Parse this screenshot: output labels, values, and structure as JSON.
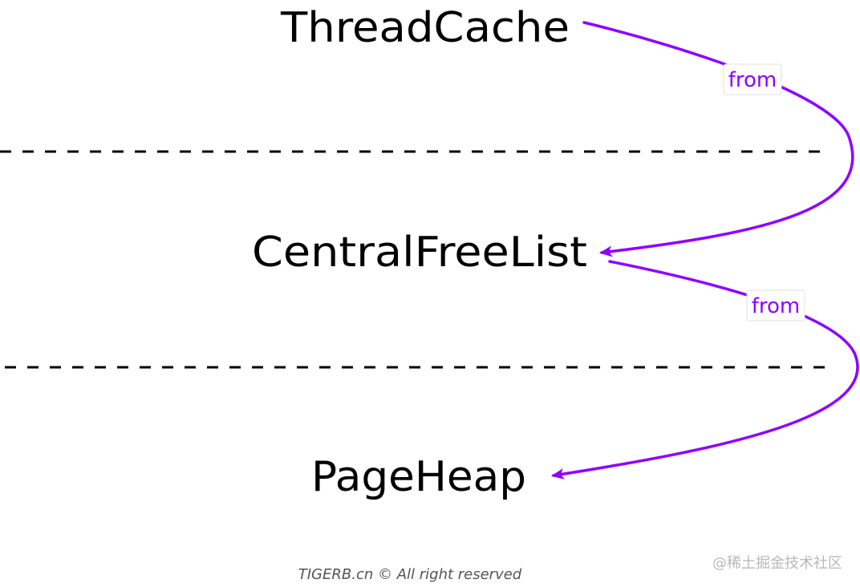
{
  "nodes": {
    "thread_cache": "ThreadCache",
    "central_free_list": "CentralFreeList",
    "page_heap": "PageHeap"
  },
  "edges": [
    {
      "from_node": "thread_cache",
      "to_node": "central_free_list",
      "label": "from"
    },
    {
      "from_node": "central_free_list",
      "to_node": "page_heap",
      "label": "from"
    }
  ],
  "colors": {
    "edge": "#8f00ff",
    "text": "#000000",
    "divider": "#000000"
  },
  "footer": {
    "copyright": "TIGERB.cn © All right reserved"
  },
  "watermark": {
    "text": "@稀土掘金技术社区"
  }
}
